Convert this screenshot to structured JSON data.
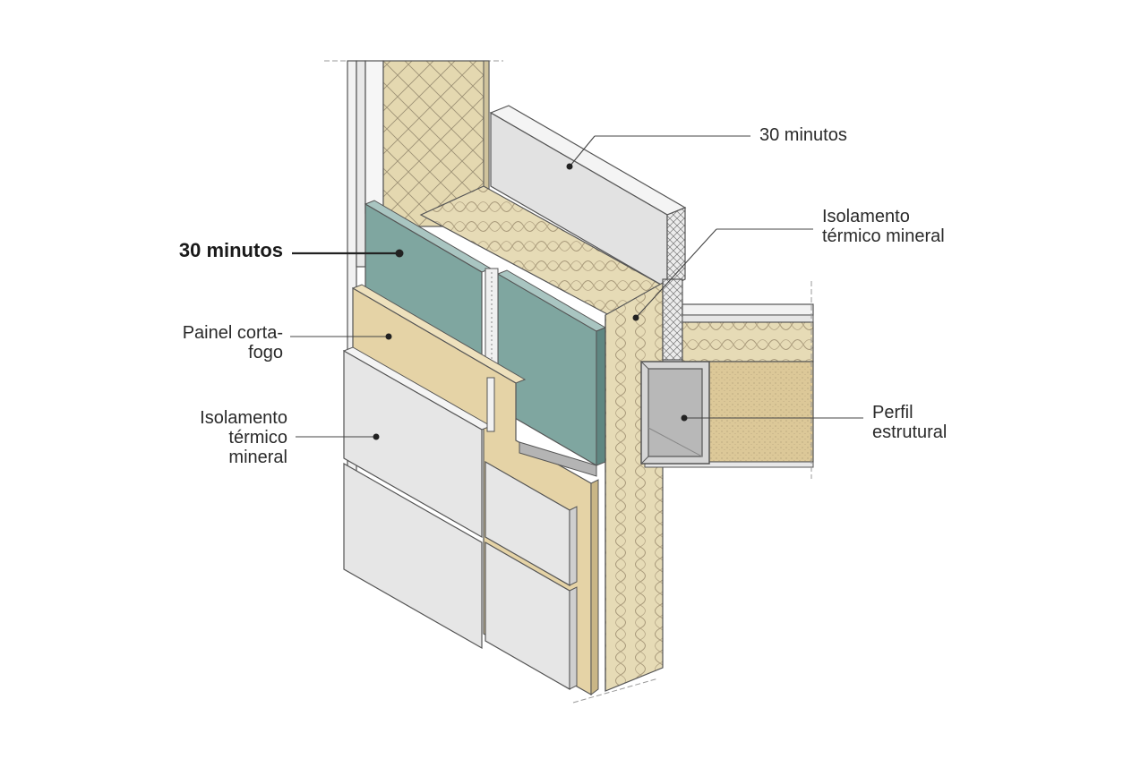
{
  "labels": {
    "top_right": "30 minutos",
    "insulation_right_1": "Isolamento",
    "insulation_right_2": "térmico mineral",
    "left_bold": "30 minutos",
    "panel_1": "Painel corta-",
    "panel_2": "fogo",
    "insulation_left_1": "Isolamento",
    "insulation_left_2": "térmico",
    "insulation_left_3": "mineral",
    "profile_1": "Perfil",
    "profile_2": "estrutural"
  },
  "colors": {
    "line": "#444444",
    "gypsum_board": "#7fa6a0",
    "fire_panel": "#e5d3a6",
    "mineral_wool": "#e6dbb6",
    "cladding": "#e2e2e2",
    "steel_profile": "#b8b8b8",
    "slab_fill": "#dcc898"
  }
}
